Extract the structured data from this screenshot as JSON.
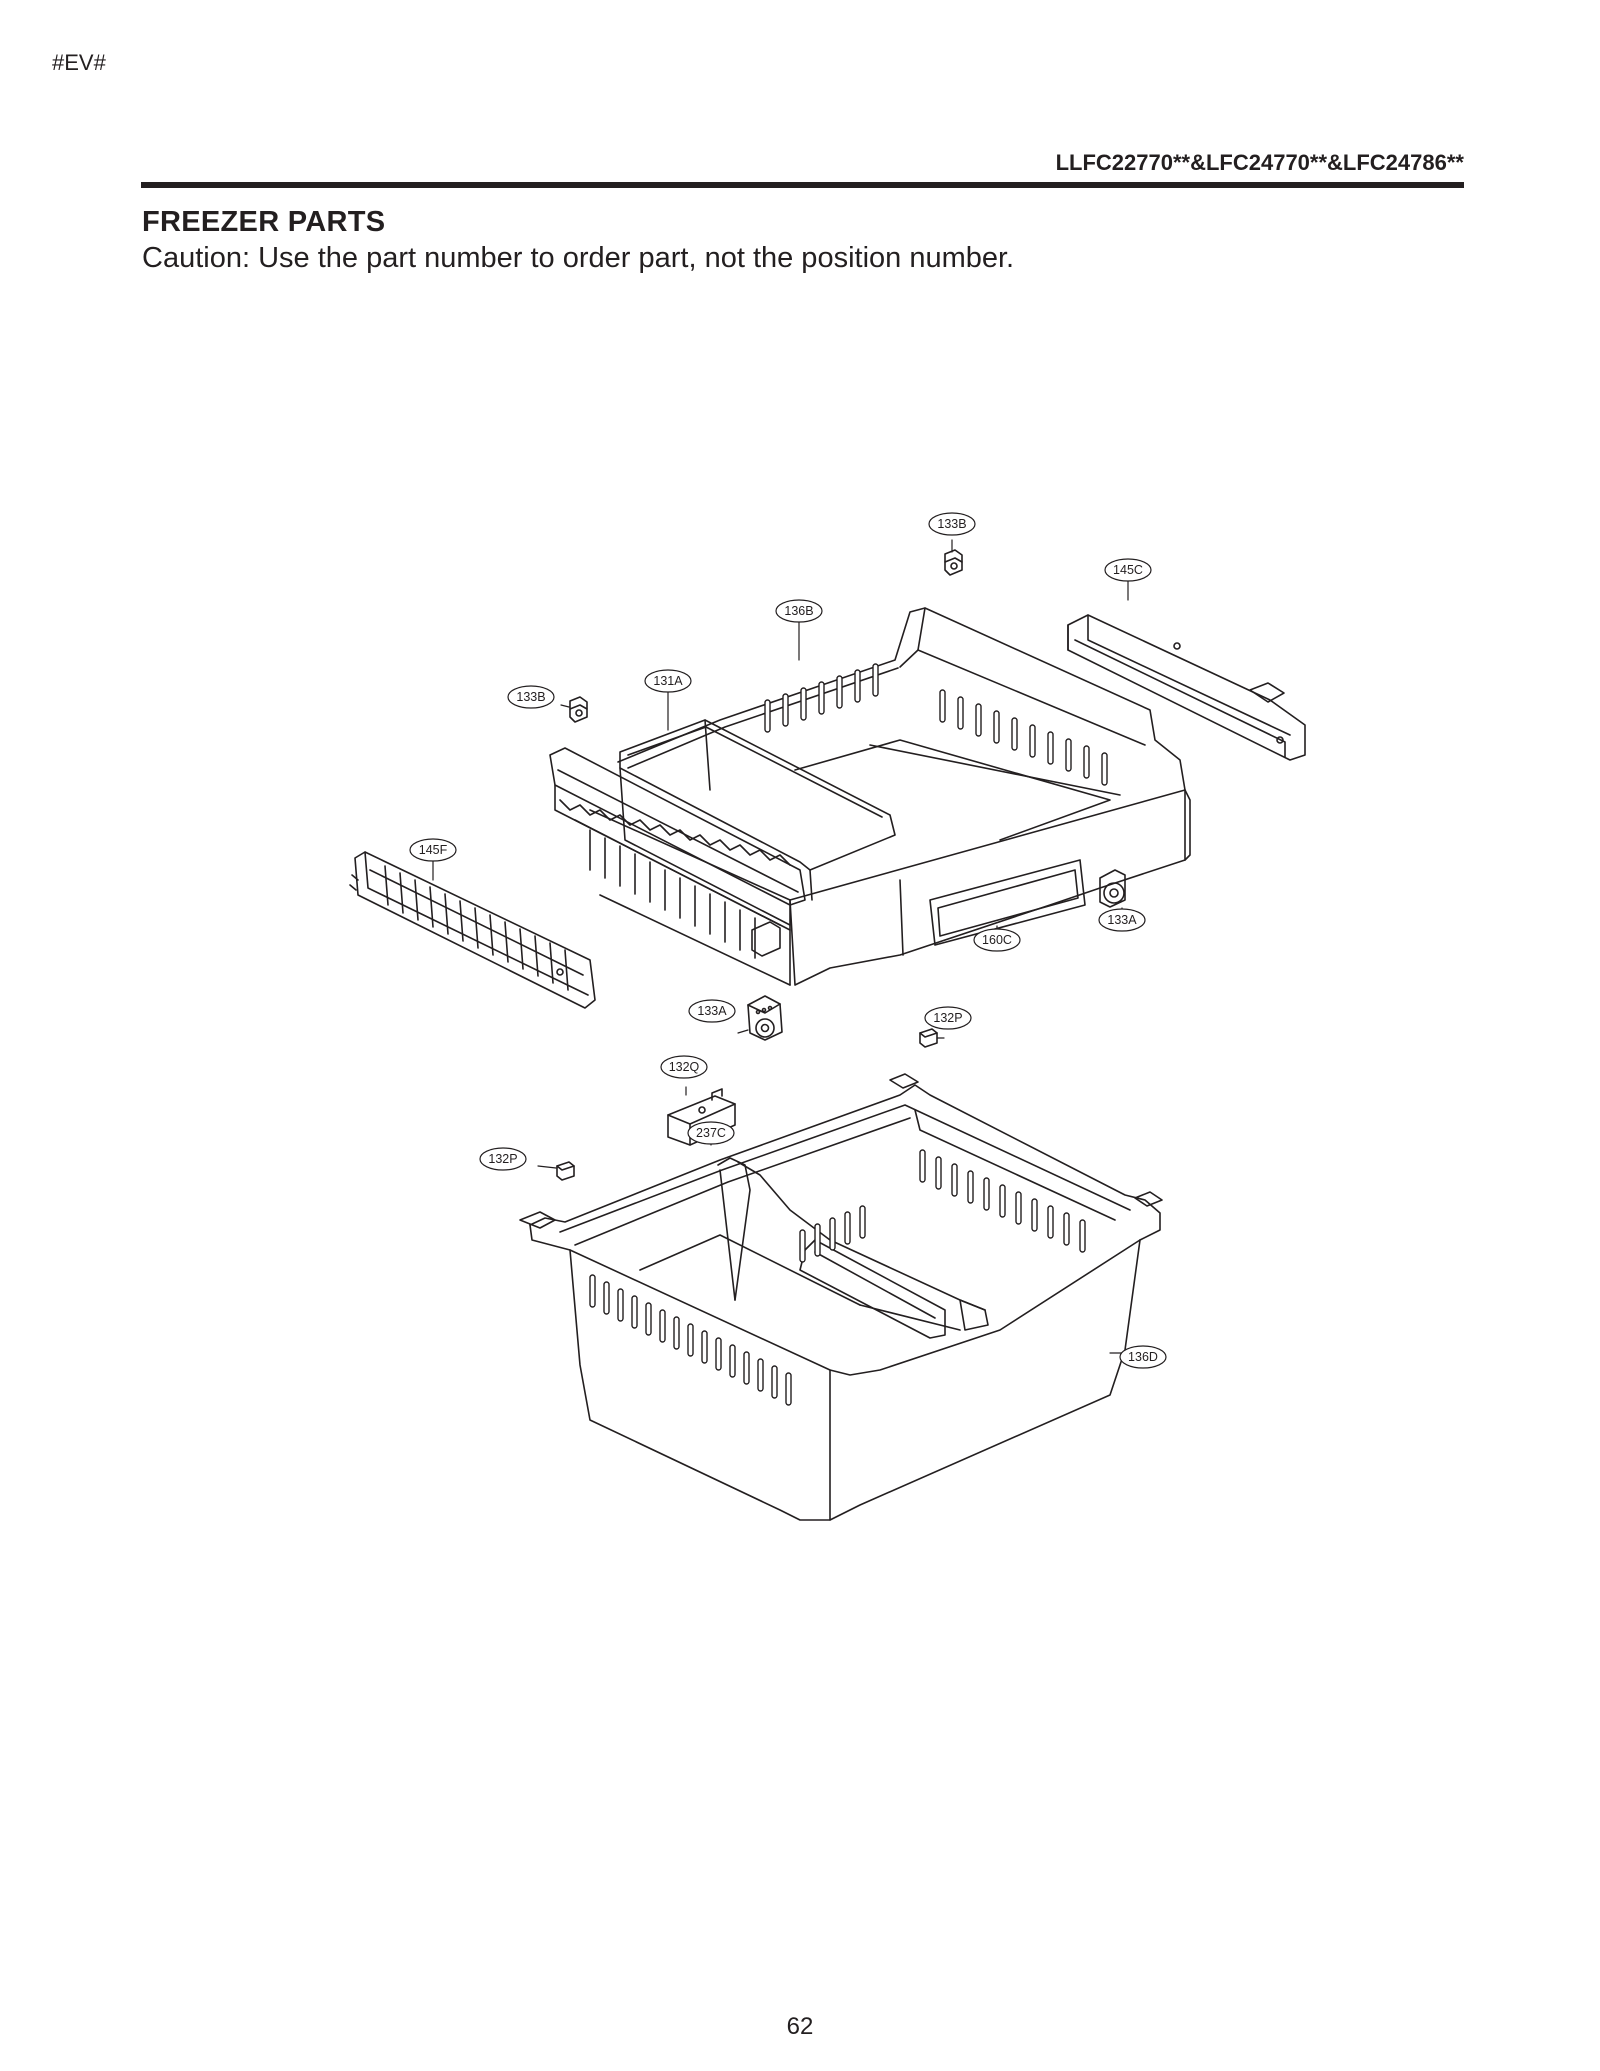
{
  "header": {
    "corner_tag": "#EV#",
    "model_line": "LLFC22770**&LFC24770**&LFC24786**"
  },
  "section": {
    "title": "FREEZER PARTS",
    "caution": "Caution: Use the part number to order part, not the position number."
  },
  "callouts": [
    {
      "key": "133B-top",
      "label": "133B"
    },
    {
      "key": "145C",
      "label": "145C"
    },
    {
      "key": "136B",
      "label": "136B"
    },
    {
      "key": "131A",
      "label": "131A"
    },
    {
      "key": "133B-left",
      "label": "133B"
    },
    {
      "key": "145F",
      "label": "145F"
    },
    {
      "key": "133A-right",
      "label": "133A"
    },
    {
      "key": "160C",
      "label": "160C"
    },
    {
      "key": "133A-left",
      "label": "133A"
    },
    {
      "key": "132P-right",
      "label": "132P"
    },
    {
      "key": "132Q",
      "label": "132Q"
    },
    {
      "key": "237C",
      "label": "237C"
    },
    {
      "key": "132P-left",
      "label": "132P"
    },
    {
      "key": "136D",
      "label": "136D"
    }
  ],
  "footer": {
    "page_number": "62"
  }
}
